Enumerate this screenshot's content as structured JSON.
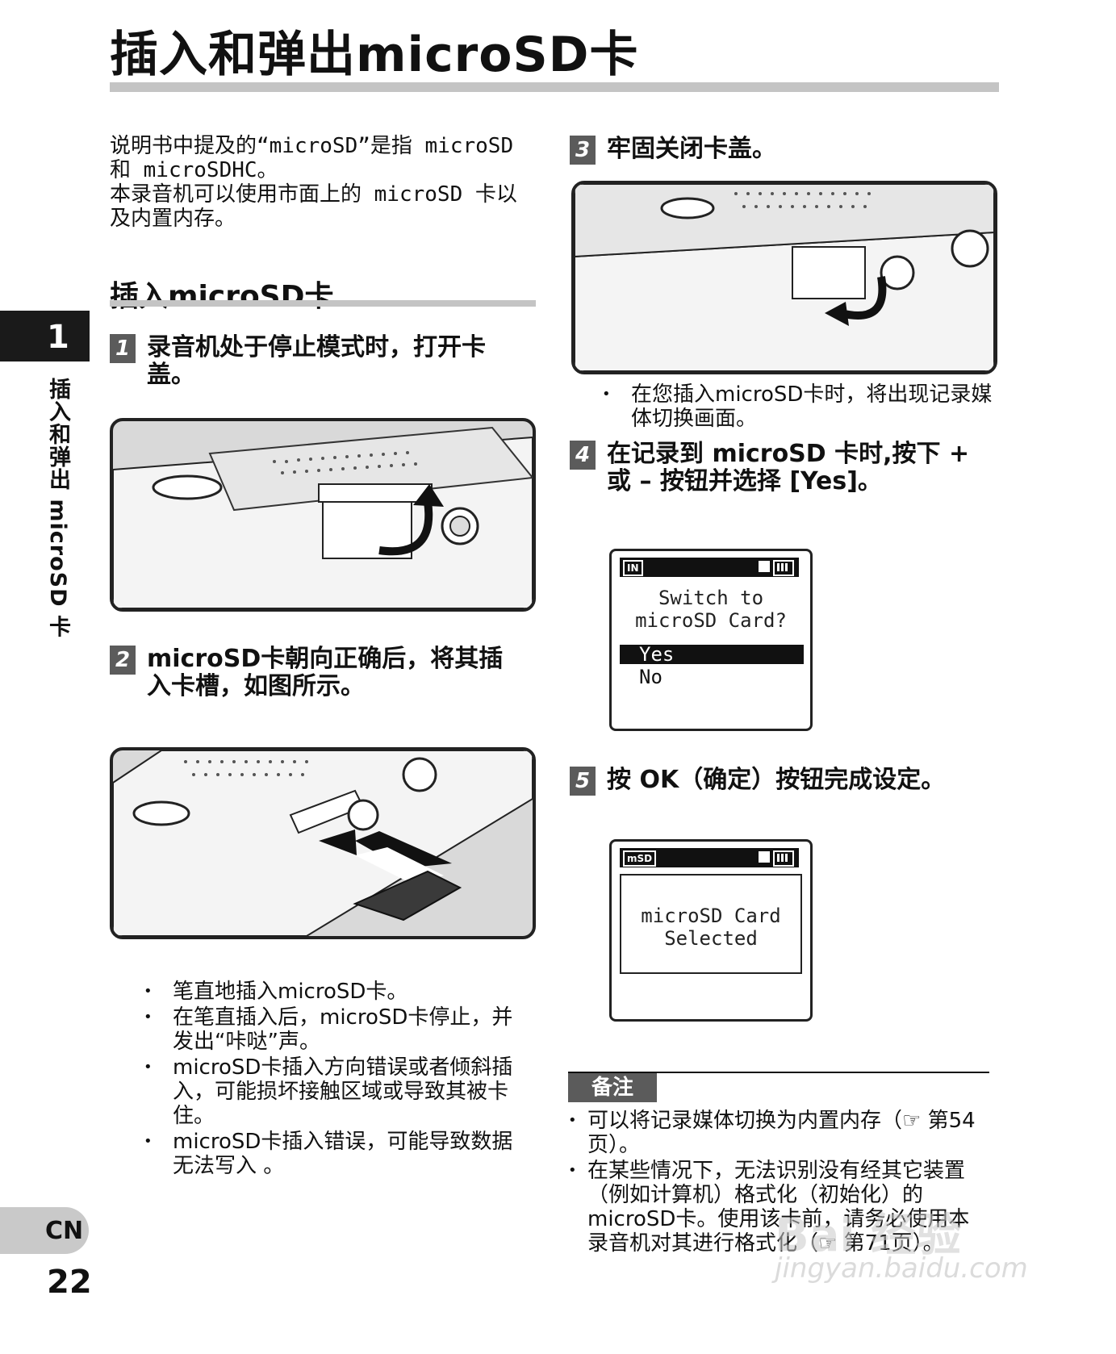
{
  "title": "插入和弹出microSD卡",
  "intro": {
    "line1": "说明书中提及的“microSD”是指 microSD",
    "line2": "和 microSDHC。",
    "line3": "本录音机可以使用市面上的 microSD 卡以",
    "line4": "及内置内存。"
  },
  "section_heading": "插入microSD卡",
  "chapter": {
    "number": "1",
    "vertical_label": "插入和弹出 microSD 卡"
  },
  "steps": [
    {
      "num": "1",
      "text": "录音机处于停止模式时，打开卡盖。"
    },
    {
      "num": "2",
      "text": "microSD卡朝向正确后，将其插入卡槽，如图所示。"
    },
    {
      "num": "3",
      "text": "牢固关闭卡盖。"
    },
    {
      "num": "4",
      "text": "在记录到 microSD 卡时,按下 + 或 – 按钮并选择 [Yes]。"
    },
    {
      "num": "5",
      "text": "按 OK（确定）按钮完成设定。"
    }
  ],
  "step2_bullets": [
    "笔直地插入microSD卡。",
    "在笔直插入后，microSD卡停止，并发出“咔哒”声。",
    "microSD卡插入方向错误或者倾斜插入，可能损坏接触区域或导致其被卡住。",
    "microSD卡插入错误，可能导致数据无法写入 。"
  ],
  "step3_bullets": [
    "在您插入microSD卡时，将出现记录媒体切换画面。"
  ],
  "lcd1": {
    "badge": "IN",
    "prompt_line1": "Switch to",
    "prompt_line2": "microSD Card?",
    "option_yes": "Yes",
    "option_no": "No"
  },
  "lcd2": {
    "badge": "mSD",
    "message_line1": "microSD Card",
    "message_line2": "Selected"
  },
  "note": {
    "label": "备注",
    "items": [
      "可以将记录媒体切换为内置内存（☞ 第54页）。",
      "在某些情况下，无法识别没有经其它装置（例如计算机）格式化（初始化）的microSD卡。使用该卡前，请务必使用本录音机对其进行格式化（☞ 第71页）。"
    ]
  },
  "footer": {
    "lang": "CN",
    "page": "22"
  },
  "watermark": {
    "line1": "Bai 经验",
    "line2": "jingyan.baidu.com"
  },
  "colors": {
    "rule_gray": "#c4c4c4",
    "badge_gray": "#5b5b5b",
    "chapter_tab": "#1a1a1a"
  }
}
